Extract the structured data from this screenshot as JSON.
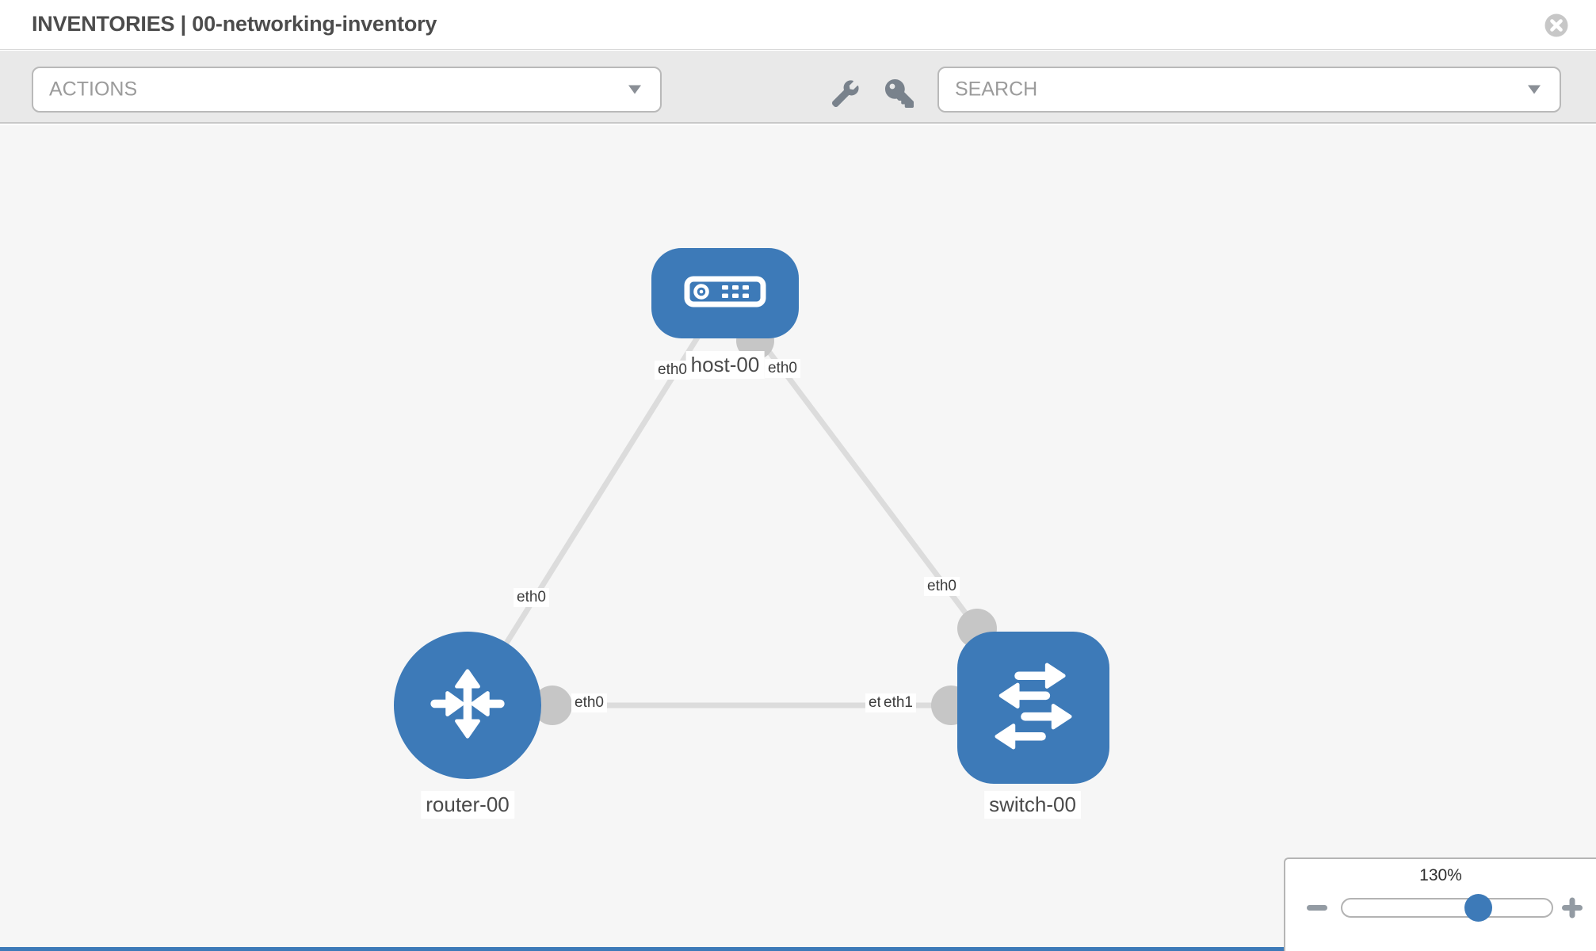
{
  "header": {
    "title": "INVENTORIES | 00-networking-inventory",
    "close_icon": "x-circle"
  },
  "toolbar": {
    "actions_placeholder": "ACTIONS",
    "search_placeholder": "SEARCH",
    "tool_icons": [
      "wrench",
      "key"
    ]
  },
  "topology": {
    "nodes": [
      {
        "label": "host-00",
        "type": "host"
      },
      {
        "label": "router-00",
        "type": "router"
      },
      {
        "label": "switch-00",
        "type": "switch"
      }
    ],
    "links": [
      {
        "from": "host-00",
        "to": "router-00",
        "from_interface": "eth0",
        "to_interface": "eth0"
      },
      {
        "from": "host-00",
        "to": "switch-00",
        "from_interface": "eth0",
        "to_interface": "eth0"
      },
      {
        "from": "router-00",
        "to": "switch-00",
        "from_interface": "eth0",
        "to_interface": "eth1"
      }
    ],
    "overlapped_label": "eth0"
  },
  "zoom_control": {
    "level": "130%",
    "percent": 64,
    "icons": [
      "minus",
      "plus"
    ]
  },
  "colors": {
    "node_fill": "#3d7ab8",
    "link": "#dcdcdc",
    "port": "#c6c6c6",
    "canvas_bg": "#f6f6f6",
    "toolbar_bg": "#e9e9e9"
  }
}
